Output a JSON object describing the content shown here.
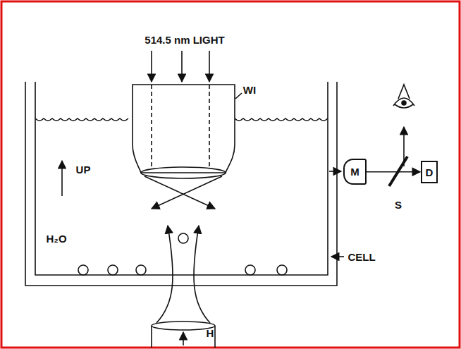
{
  "diagram": {
    "nodes": [
      {
        "text": [
          "M"
        ]
      },
      {
        "text": [
          "D"
        ]
      }
    ],
    "edges": [
      {
        "from": 0,
        "to": 1,
        "arrow": "to"
      }
    ],
    "labels": [
      "514.5 nm LIGHT",
      "WI",
      "UP",
      "H₂O",
      "S",
      "CELL",
      "H"
    ]
  }
}
